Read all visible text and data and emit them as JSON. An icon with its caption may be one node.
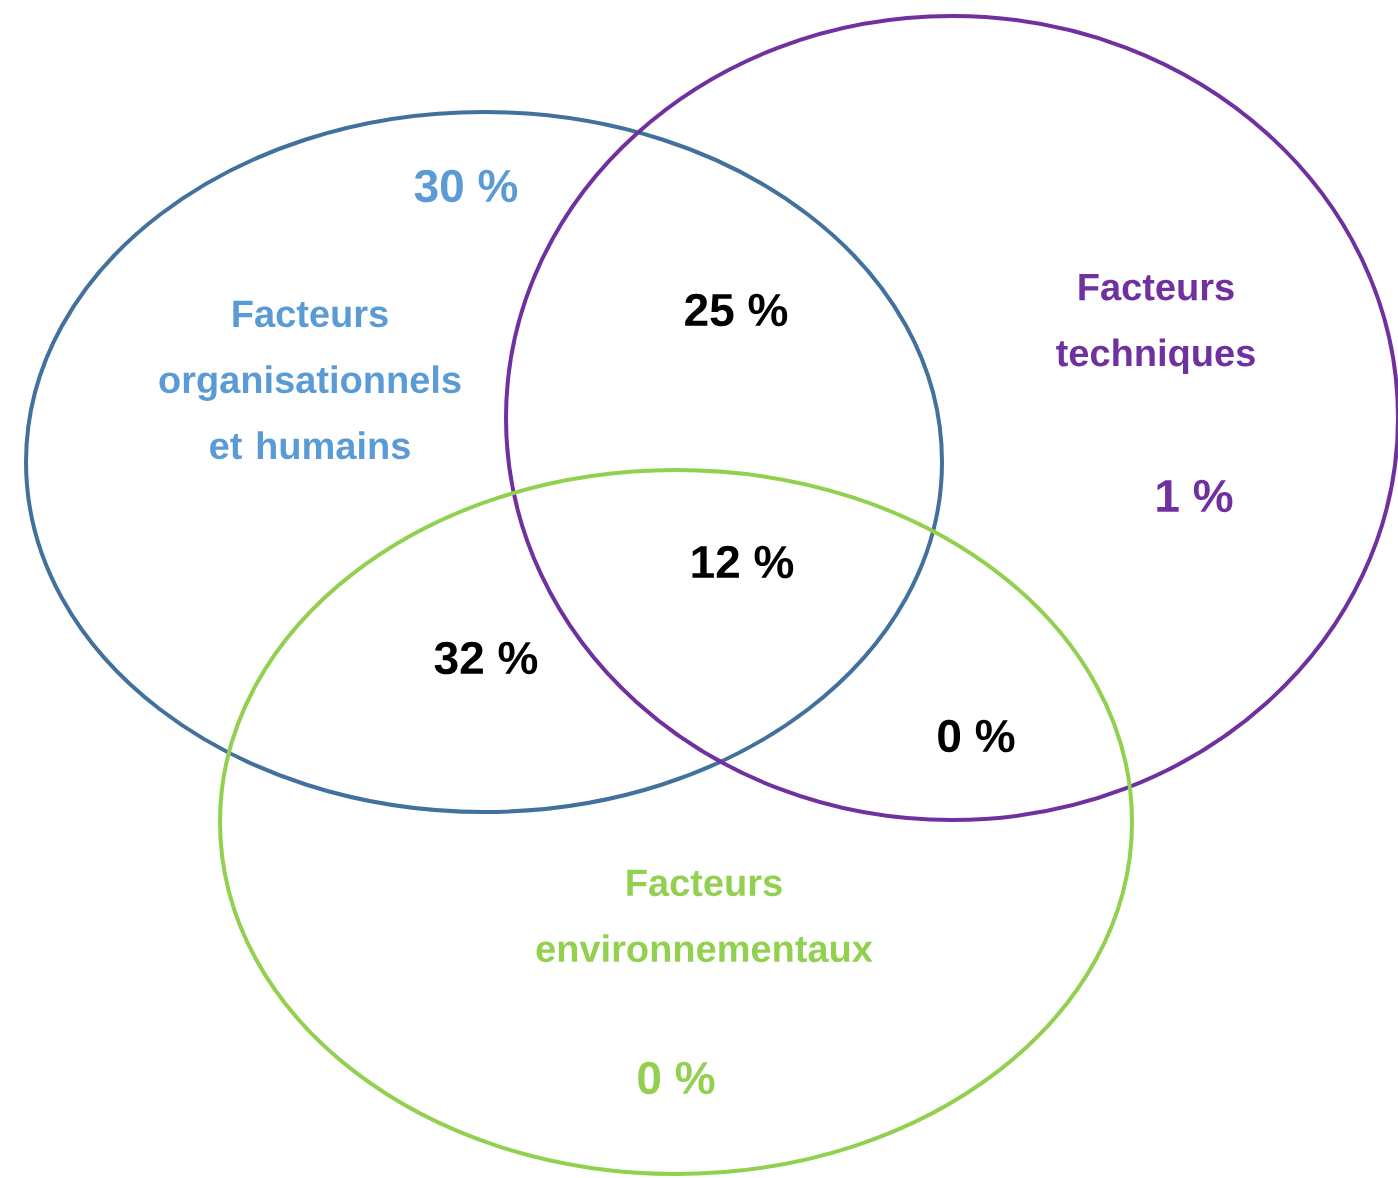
{
  "diagram": {
    "nodes": [
      {
        "text": [
          "30 %",
          "Facteurs organisationnels et humains"
        ]
      },
      {
        "text": [
          "Facteurs techniques",
          "1 %"
        ]
      },
      {
        "text": [
          "Facteurs environnementaux",
          "0 %"
        ]
      }
    ],
    "labels": [
      "25 %",
      "12 %",
      "32 %",
      "0 %"
    ]
  }
}
